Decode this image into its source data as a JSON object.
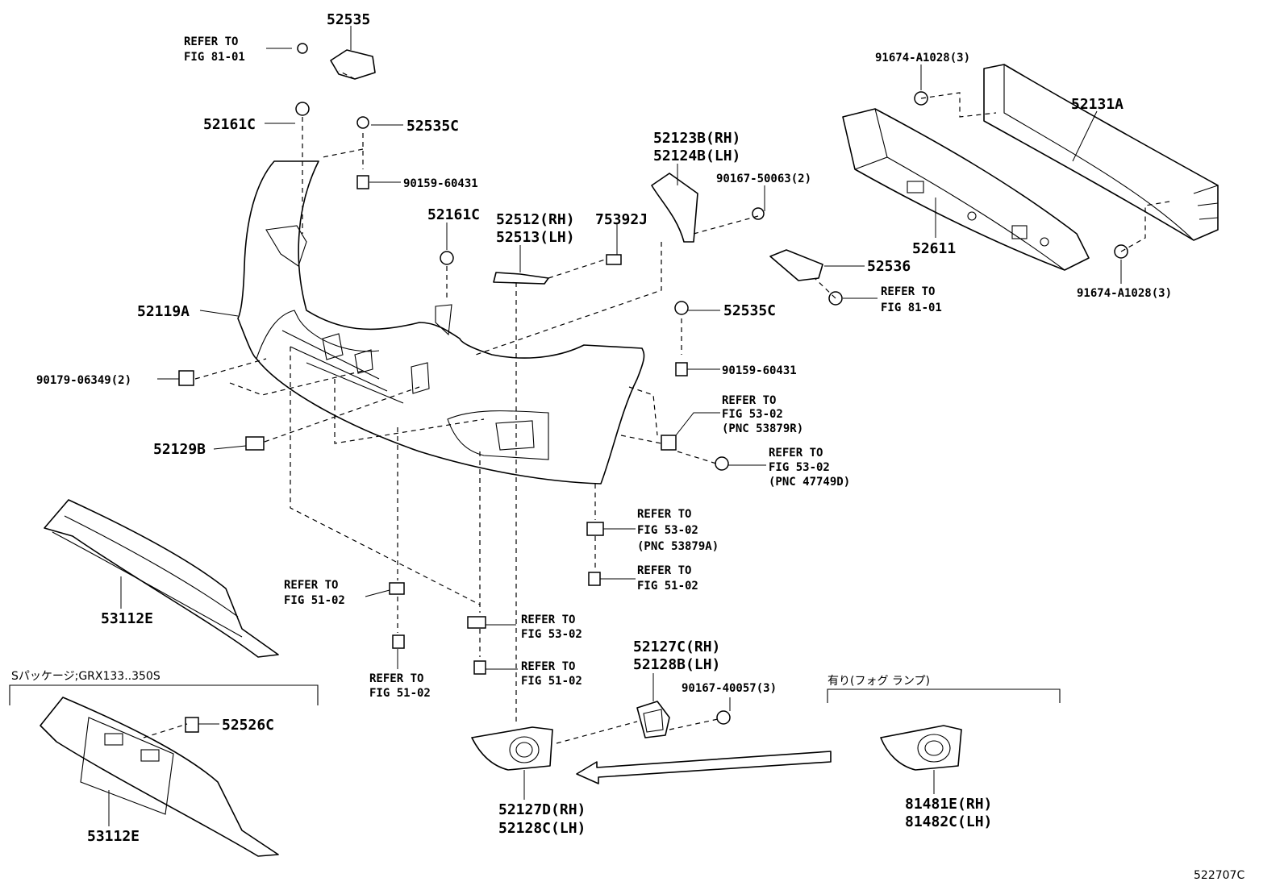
{
  "diagram": {
    "id_code": "522707C",
    "parts": {
      "p52535": "52535",
      "refer_81_01_a": [
        "REFER TO",
        "FIG 81-01"
      ],
      "p52161C_a": "52161C",
      "p52535C_a": "52535C",
      "p90159_a": "90159-60431",
      "p52161C_b": "52161C",
      "p52512": [
        "52512(RH)",
        "52513(LH)"
      ],
      "p75392J": "75392J",
      "p52123B": [
        "52123B(RH)",
        "52124B(LH)"
      ],
      "p90167_50063": "90167-50063(2)",
      "p91674_top": "91674-A1028(3)",
      "p52131A": "52131A",
      "p52611": "52611",
      "p91674_bot": "91674-A1028(3)",
      "p52536": "52536",
      "refer_81_01_b": [
        "REFER TO",
        "FIG 81-01"
      ],
      "p52119A": "52119A",
      "p52535C_b": "52535C",
      "p90179": "90179-06349(2)",
      "p90159_b": "90159-60431",
      "refer_53_02_r": [
        "REFER TO",
        "FIG 53-02",
        "(PNC 53879R)"
      ],
      "refer_53_02_d": [
        "REFER TO",
        "FIG 53-02",
        "(PNC 47749D)"
      ],
      "p52129B": "52129B",
      "refer_53_02_a": [
        "REFER TO",
        "FIG 53-02",
        "(PNC 53879A)"
      ],
      "refer_51_02_a": [
        "REFER TO",
        "FIG 51-02"
      ],
      "p53112E_a": "53112E",
      "refer_51_02_b": [
        "REFER TO",
        "FIG 51-02"
      ],
      "refer_53_02_b": [
        "REFER TO",
        "FIG 53-02"
      ],
      "refer_51_02_c": [
        "REFER TO",
        "FIG 51-02"
      ],
      "refer_51_02_d": [
        "REFER TO",
        "FIG 51-02"
      ],
      "p52127C": [
        "52127C(RH)",
        "52128B(LH)"
      ],
      "p90167_40057": "90167-40057(3)",
      "p52526C": "52526C",
      "p53112E_b": "53112E",
      "p52127D": [
        "52127D(RH)",
        "52128C(LH)"
      ],
      "p81481E": [
        "81481E(RH)",
        "81482C(LH)"
      ]
    },
    "notes": {
      "s_package": "Sパッケージ;GRX133..350S",
      "with_fog": "有り(フォグ ランプ)"
    }
  }
}
